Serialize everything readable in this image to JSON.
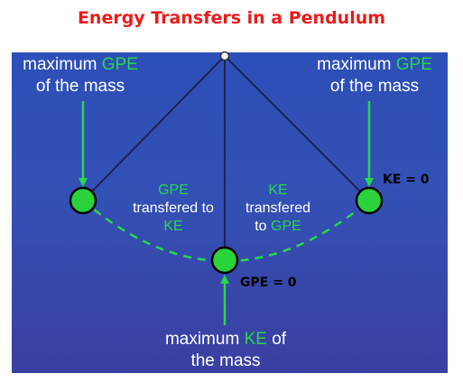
{
  "title": "Energy Transfers in a Pendulum",
  "colors": {
    "title": "#e81c1c",
    "background_top": "#2d4fb8",
    "background_bottom": "#3b3fa0",
    "accent": "#27d84a",
    "text": "#ffffff"
  },
  "labels": {
    "left_top": {
      "line1_pre": "maximum ",
      "line1_hl": "GPE",
      "line2": "of the mass"
    },
    "right_top": {
      "line1_pre": "maximum ",
      "line1_hl": "GPE",
      "line2": "of the mass"
    },
    "left_mid": {
      "hl": "GPE",
      "line2": "transfered to",
      "line3_hl": "KE"
    },
    "right_mid": {
      "hl": "KE",
      "line2": "transfered",
      "line3_pre": "to ",
      "line3_hl": "GPE"
    },
    "bottom": {
      "line1_pre": "maximum ",
      "line1_hl": "KE",
      "line1_post": " of",
      "line2": "the mass"
    },
    "ke_zero": "KE = 0",
    "gpe_zero": "GPE = 0"
  }
}
